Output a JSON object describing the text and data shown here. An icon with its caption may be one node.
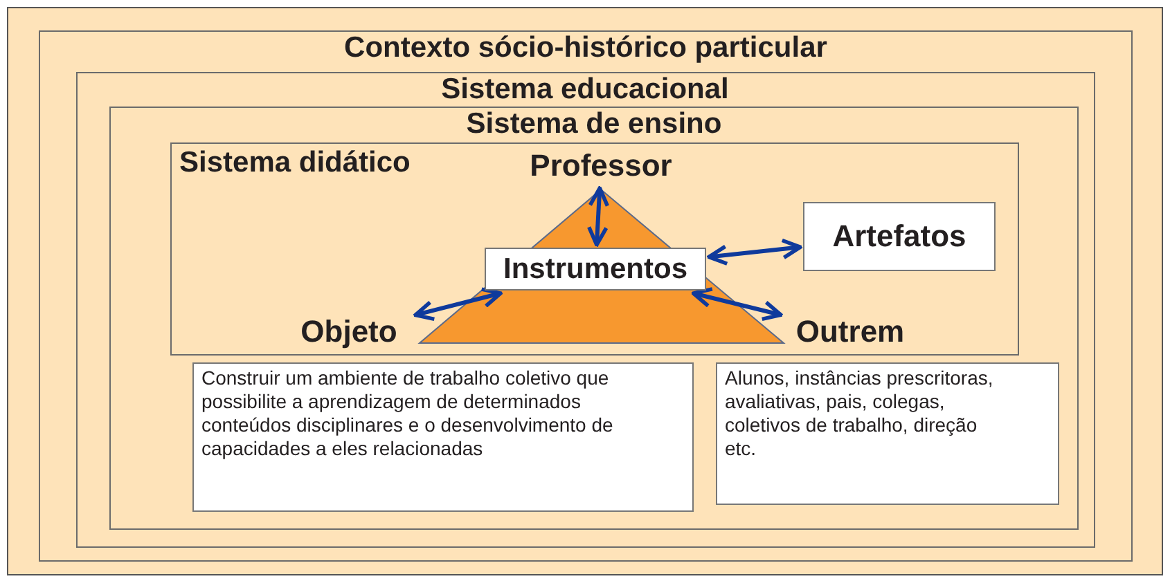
{
  "diagram": {
    "nodes": [
      {
        "text": [
          "Contexto sócio-histórico particular"
        ]
      },
      {
        "text": [
          "Sistema educacional"
        ],
        "in": 0
      },
      {
        "text": [
          "Sistema de ensino"
        ],
        "in": 1
      },
      {
        "text": [
          "Sistema didático"
        ],
        "in": 2
      },
      {
        "text": [
          "Professor"
        ],
        "in": 3
      },
      {
        "text": [
          "Instrumentos"
        ],
        "in": 3
      },
      {
        "text": [
          "Artefatos"
        ],
        "in": 3
      },
      {
        "text": [
          "Objeto"
        ],
        "in": 3
      },
      {
        "text": [
          "Outrem"
        ],
        "in": 3
      },
      {
        "text": [
          "Construir um ambiente de trabalho coletivo que possibilite a aprendizagem de determinados conteúdos disciplinares e o desenvolvimento de capacidades a eles relacionadas"
        ],
        "in": 2
      },
      {
        "text": [
          "Alunos, instâncias prescritoras, avaliativas, pais, colegas, coletivos de trabalho, direção etc."
        ],
        "in": 2
      }
    ],
    "edges": [
      {
        "from": 5,
        "to": 4,
        "arrow": "both"
      },
      {
        "from": 5,
        "to": 6,
        "arrow": "both"
      },
      {
        "from": 5,
        "to": 7,
        "arrow": "both"
      },
      {
        "from": 5,
        "to": 8,
        "arrow": "both"
      }
    ]
  }
}
